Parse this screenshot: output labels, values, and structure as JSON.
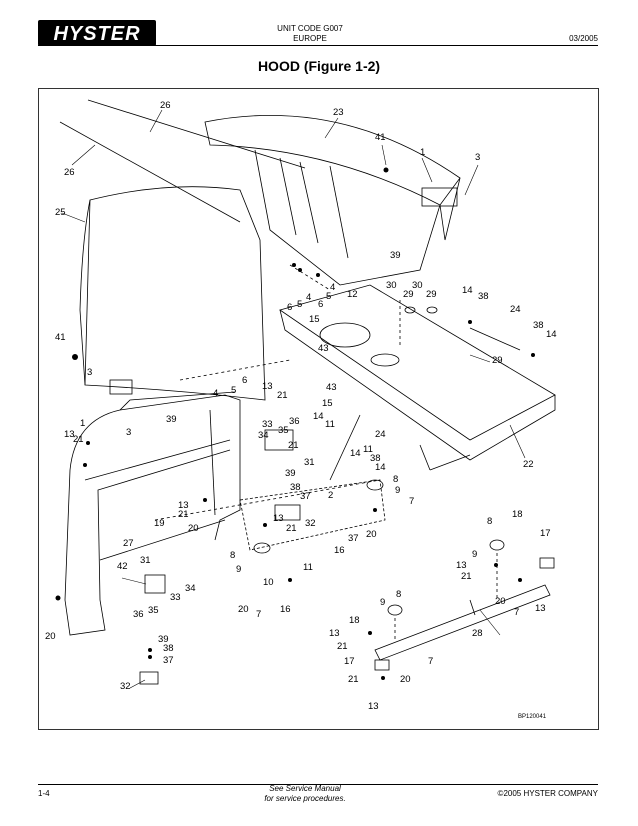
{
  "header": {
    "brand": "HYSTER",
    "unit_code": "UNIT CODE G007",
    "region": "EUROPE",
    "date": "03/2005"
  },
  "title": "HOOD (Figure 1-2)",
  "figure": {
    "reference": "BP120041",
    "callouts": [
      "26",
      "26",
      "23",
      "25",
      "41",
      "1",
      "3",
      "39",
      "30",
      "29",
      "30",
      "29",
      "14",
      "38",
      "24",
      "38",
      "14",
      "6",
      "5",
      "4",
      "6",
      "5",
      "4",
      "12",
      "15",
      "43",
      "29",
      "41",
      "3",
      "1",
      "3",
      "39",
      "4",
      "6",
      "5",
      "13",
      "21",
      "43",
      "15",
      "14",
      "11",
      "33",
      "36",
      "34",
      "35",
      "21",
      "31",
      "24",
      "14",
      "11",
      "38",
      "14",
      "13",
      "21",
      "39",
      "38",
      "37",
      "8",
      "9",
      "7",
      "22",
      "13",
      "21",
      "20",
      "19",
      "32",
      "2",
      "37",
      "27",
      "20",
      "13",
      "21",
      "8",
      "9",
      "16",
      "11",
      "10",
      "31",
      "42",
      "34",
      "33",
      "36",
      "35",
      "20",
      "7",
      "16",
      "18",
      "17",
      "8",
      "9",
      "13",
      "21",
      "20",
      "7",
      "13",
      "9",
      "8",
      "18",
      "13",
      "21",
      "28",
      "39",
      "38",
      "37",
      "32",
      "17",
      "21",
      "7",
      "20",
      "13",
      "20"
    ]
  },
  "footer": {
    "page": "1-4",
    "note_line1": "See Service Manual",
    "note_line2": "for service procedures.",
    "copyright": "©2005 HYSTER COMPANY"
  }
}
